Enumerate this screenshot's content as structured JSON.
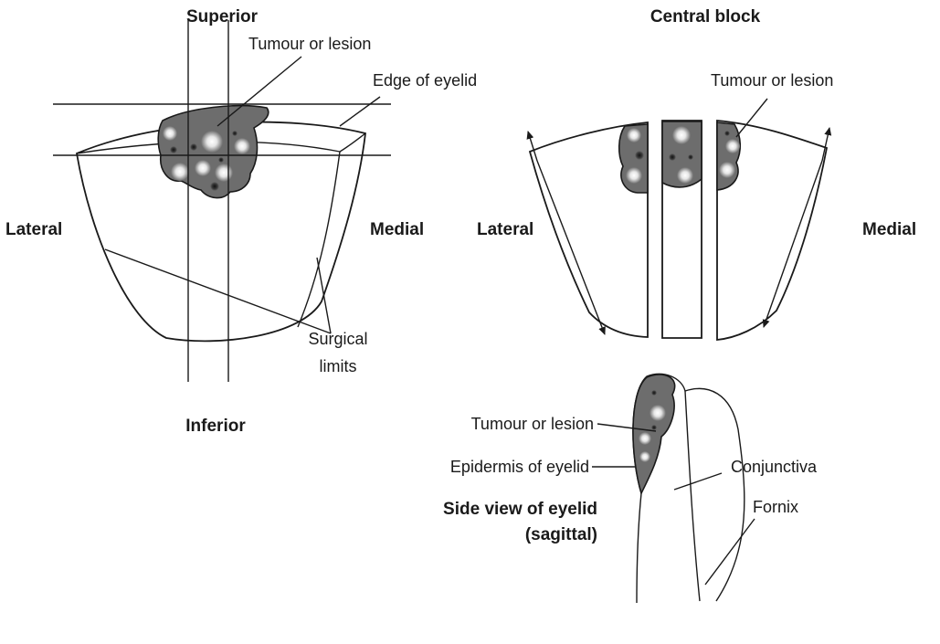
{
  "labels": {
    "superior": "Superior",
    "inferior": "Inferior",
    "lateral_left": "Lateral",
    "medial_left": "Medial",
    "tumour_left": "Tumour or lesion",
    "edge_of_eyelid": "Edge of eyelid",
    "surgical_line1": "Surgical",
    "surgical_line2": "limits",
    "central_block": "Central block",
    "tumour_right": "Tumour or lesion",
    "lateral_right": "Lateral",
    "medial_right": "Medial",
    "tumour_side": "Tumour or lesion",
    "epidermis": "Epidermis of eyelid",
    "conjunctiva": "Conjunctiva",
    "fornix": "Fornix",
    "side_view_line1": "Side view of eyelid",
    "side_view_line2": "(sagittal)"
  }
}
